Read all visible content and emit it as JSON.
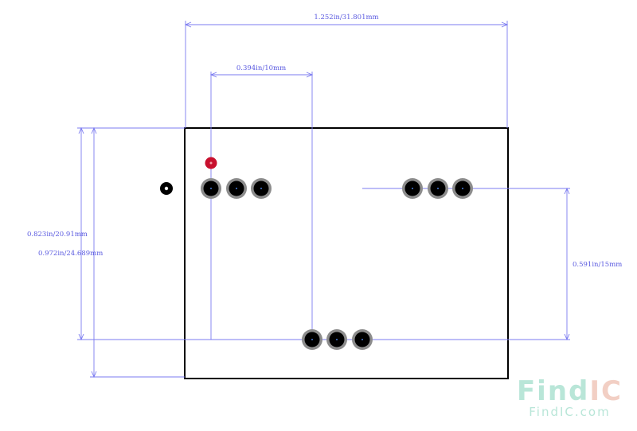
{
  "dimensions": {
    "overall_width": "1.252in/31.801mm",
    "pin_pitch_offset": "0.394in/10mm",
    "inner_height": "0.823in/20.91mm",
    "outer_height": "0.972in/24.689mm",
    "right_offset": "0.591in/15mm"
  },
  "colors": {
    "dimension": "#7b7bf0",
    "board_outline": "#000000",
    "pad_ring": "#8c8c8c",
    "pad_core": "#000000",
    "pin1_marker": "#c8102e"
  },
  "pad_groups": [
    {
      "name": "top-left",
      "count": 3
    },
    {
      "name": "top-right",
      "count": 3
    },
    {
      "name": "bottom-center",
      "count": 3
    }
  ],
  "watermark": {
    "logo_find": "Find",
    "logo_ic": "IC",
    "url": "FindIC.com"
  }
}
